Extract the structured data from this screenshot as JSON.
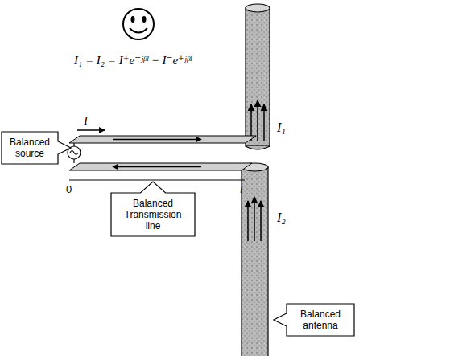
{
  "diagram": {
    "nodes": [
      {
        "text": [
          "Balanced source"
        ]
      },
      {
        "text": [
          "Balanced Transmission line"
        ]
      },
      {
        "text": [
          "Balanced antenna"
        ]
      }
    ],
    "labels": [
      "I₁ = I₂ = I⁺e⁻ʲᵝˡ − I⁻e⁺ʲᵝˡ",
      "I",
      "I₁",
      "I₂",
      "0",
      "l"
    ]
  }
}
